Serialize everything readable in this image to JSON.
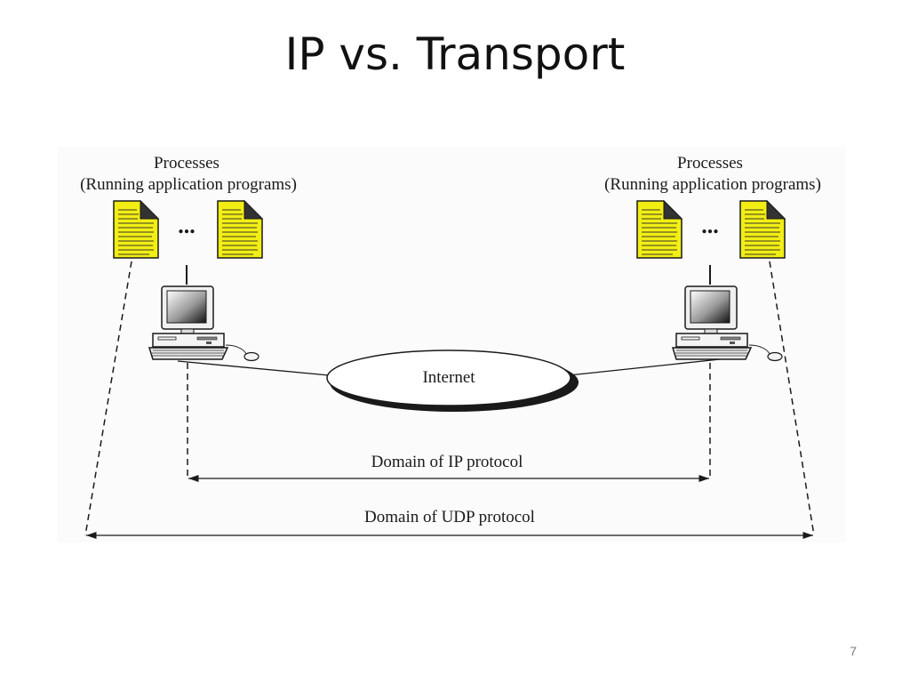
{
  "slide": {
    "title": "IP vs. Transport",
    "page_number": "7"
  },
  "diagram": {
    "left_host": {
      "label_line1": "Processes",
      "label_line2": "(Running application programs)",
      "ellipsis": "..."
    },
    "right_host": {
      "label_line1": "Processes",
      "label_line2": "(Running application programs)",
      "ellipsis": "..."
    },
    "cloud_label": "Internet",
    "ip_domain_label": "Domain of IP protocol",
    "udp_domain_label": "Domain of UDP protocol",
    "colors": {
      "document_fill": "#f2ee14",
      "line": "#1a1a1a",
      "diagram_bg": "#fbfbfb"
    },
    "icons": [
      "document-icon",
      "computer-icon",
      "internet-cloud"
    ]
  }
}
